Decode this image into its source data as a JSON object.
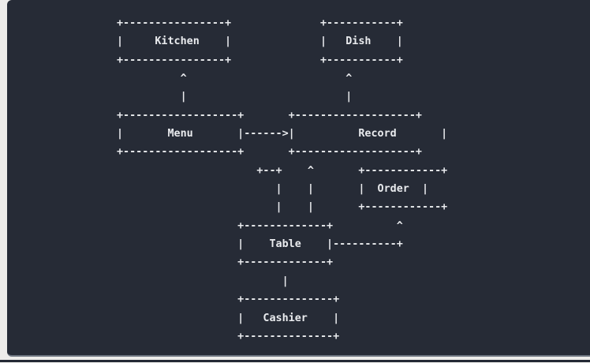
{
  "theme": {
    "page_bg": "#edecea",
    "panel_bg": "#262b36",
    "panel_border": "#6e7681",
    "text_color": "#e9ebee",
    "bottom_bar": "#232834"
  },
  "diagram": {
    "node_labels": [
      "Kitchen",
      "Dish",
      "Menu",
      "Record",
      "Order",
      "Table",
      "Cashier"
    ],
    "lines": [
      "+----------------+              +-----------+",
      "|     Kitchen    |              |   Dish    |",
      "+----------------+              +-----------+",
      "          ^                         ^",
      "          |                         |",
      "+------------------+       +-------------------+",
      "|       Menu       |------>|          Record       |",
      "+------------------+       +-------------------+",
      "                      +--+    ^       +------------+",
      "                         |    |       |  Order  |",
      "                         |    |       +------------+",
      "                   +-------------+          ^",
      "                   |    Table    |----------+",
      "                   +-------------+",
      "                          |",
      "                   +--------------+",
      "                   |   Cashier    |",
      "                   +--------------+"
    ]
  }
}
